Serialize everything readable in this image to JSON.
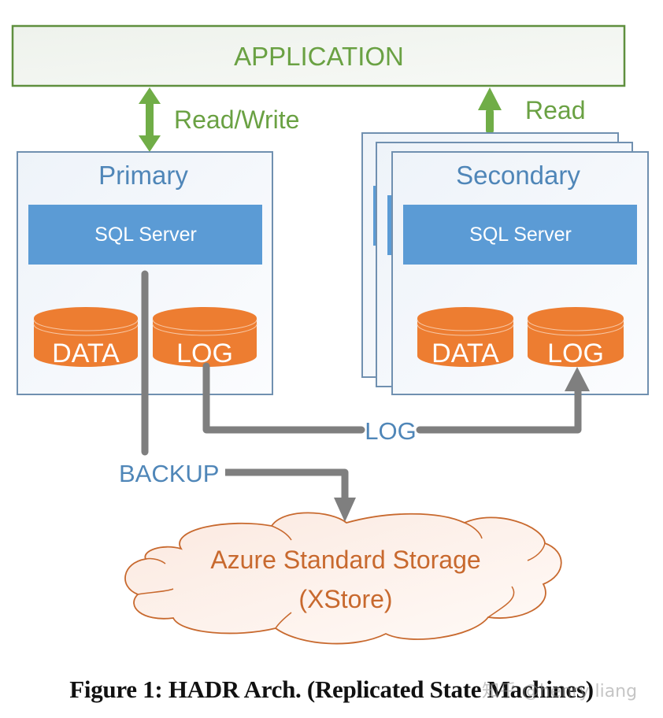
{
  "colors": {
    "green": "#70ad47",
    "green_dark": "#5f8f3e",
    "green_text": "#6aa143",
    "blue_border": "#7090b0",
    "blue_fill": "#5b9bd5",
    "blue_text": "#4f86b8",
    "orange": "#ed7d31",
    "orange_text": "#c8692e",
    "gray_arrow": "#7f7f7f",
    "node_bg": "#f4f7fb",
    "app_bg": "#f1f4ef"
  },
  "application": {
    "label": "APPLICATION"
  },
  "edges": {
    "read_write": "Read/Write",
    "read": "Read",
    "log": "LOG",
    "backup": "BACKUP"
  },
  "primary": {
    "title": "Primary",
    "engine": "SQL Server",
    "disks": [
      "DATA",
      "LOG"
    ]
  },
  "secondary": {
    "title": "Secondary",
    "engine": "SQL Server",
    "disks": [
      "DATA",
      "LOG"
    ],
    "stacked_copies": 3
  },
  "storage": {
    "line1": "Azure Standard Storage",
    "line2": "(XStore)"
  },
  "caption": "Figure 1: HADR Arch. (Replicated State Machines)",
  "watermark": "知乎 @henry liang"
}
